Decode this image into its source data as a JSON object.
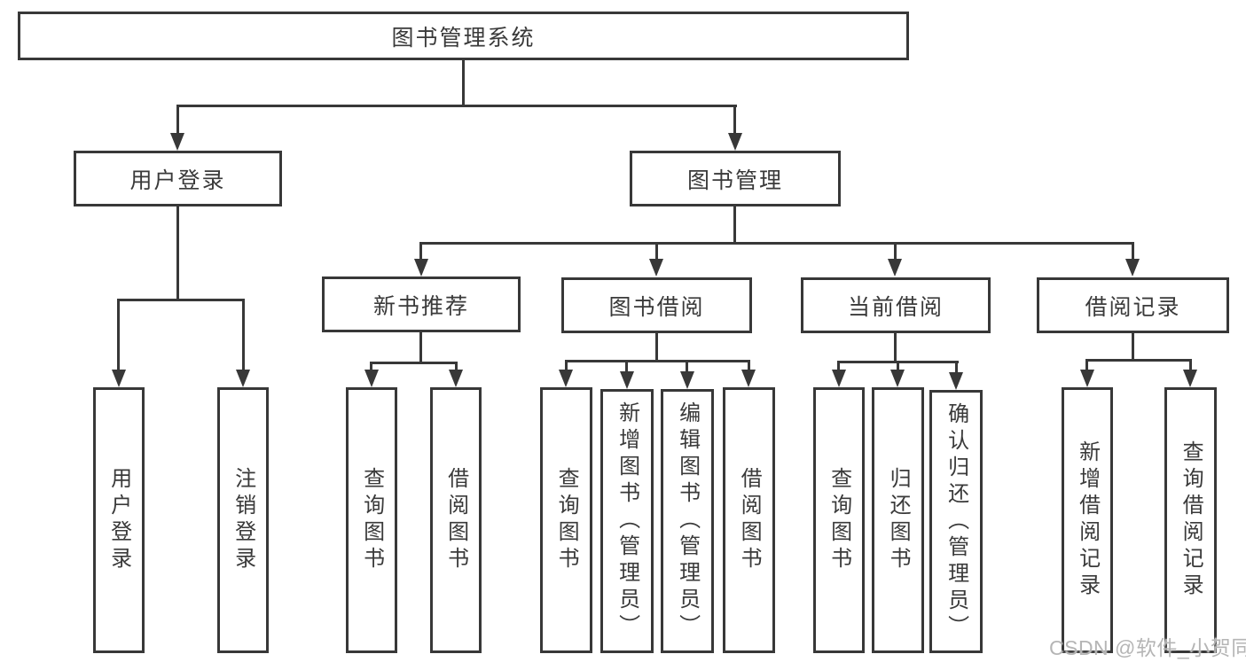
{
  "diagram_title": "图书管理系统",
  "nodes": {
    "root": {
      "label": "图书管理系统"
    },
    "user_login": {
      "label": "用户登录"
    },
    "book_mgmt": {
      "label": "图书管理"
    },
    "new_book_rec": {
      "label": "新书推荐"
    },
    "book_borrow": {
      "label": "图书借阅"
    },
    "current_borrow": {
      "label": "当前借阅"
    },
    "borrow_records": {
      "label": "借阅记录"
    },
    "leaf_user_login": {
      "label": "用户登录"
    },
    "leaf_logout": {
      "label": "注销登录"
    },
    "leaf_nbr_query": {
      "label": "查询图书"
    },
    "leaf_nbr_borrow": {
      "label": "借阅图书"
    },
    "leaf_bb_query": {
      "label": "查询图书"
    },
    "leaf_bb_add": {
      "label": "新增图书（管理员）"
    },
    "leaf_bb_edit": {
      "label": "编辑图书（管理员）"
    },
    "leaf_bb_borrow": {
      "label": "借阅图书"
    },
    "leaf_cb_query": {
      "label": "查询图书"
    },
    "leaf_cb_return": {
      "label": "归还图书"
    },
    "leaf_cb_confirm": {
      "label": "确认归还（管理员）"
    },
    "leaf_br_add": {
      "label": "新增借阅记录"
    },
    "leaf_br_query": {
      "label": "查询借阅记录"
    }
  },
  "hierarchy": [
    {
      "parent": "图书管理系统",
      "children": [
        "用户登录",
        "图书管理"
      ]
    },
    {
      "parent": "用户登录",
      "children": [
        "用户登录",
        "注销登录"
      ]
    },
    {
      "parent": "图书管理",
      "children": [
        "新书推荐",
        "图书借阅",
        "当前借阅",
        "借阅记录"
      ]
    },
    {
      "parent": "新书推荐",
      "children": [
        "查询图书",
        "借阅图书"
      ]
    },
    {
      "parent": "图书借阅",
      "children": [
        "查询图书",
        "新增图书（管理员）",
        "编辑图书（管理员）",
        "借阅图书"
      ]
    },
    {
      "parent": "当前借阅",
      "children": [
        "查询图书",
        "归还图书",
        "确认归还（管理员）"
      ]
    },
    {
      "parent": "借阅记录",
      "children": [
        "新增借阅记录",
        "查询借阅记录"
      ]
    }
  ],
  "watermark": {
    "text": "CSDN @软件_小贺同学"
  },
  "colors": {
    "line": "#383838",
    "text": "#3a3a3a",
    "background": "#ffffff",
    "watermark": "#b5b5b5"
  }
}
